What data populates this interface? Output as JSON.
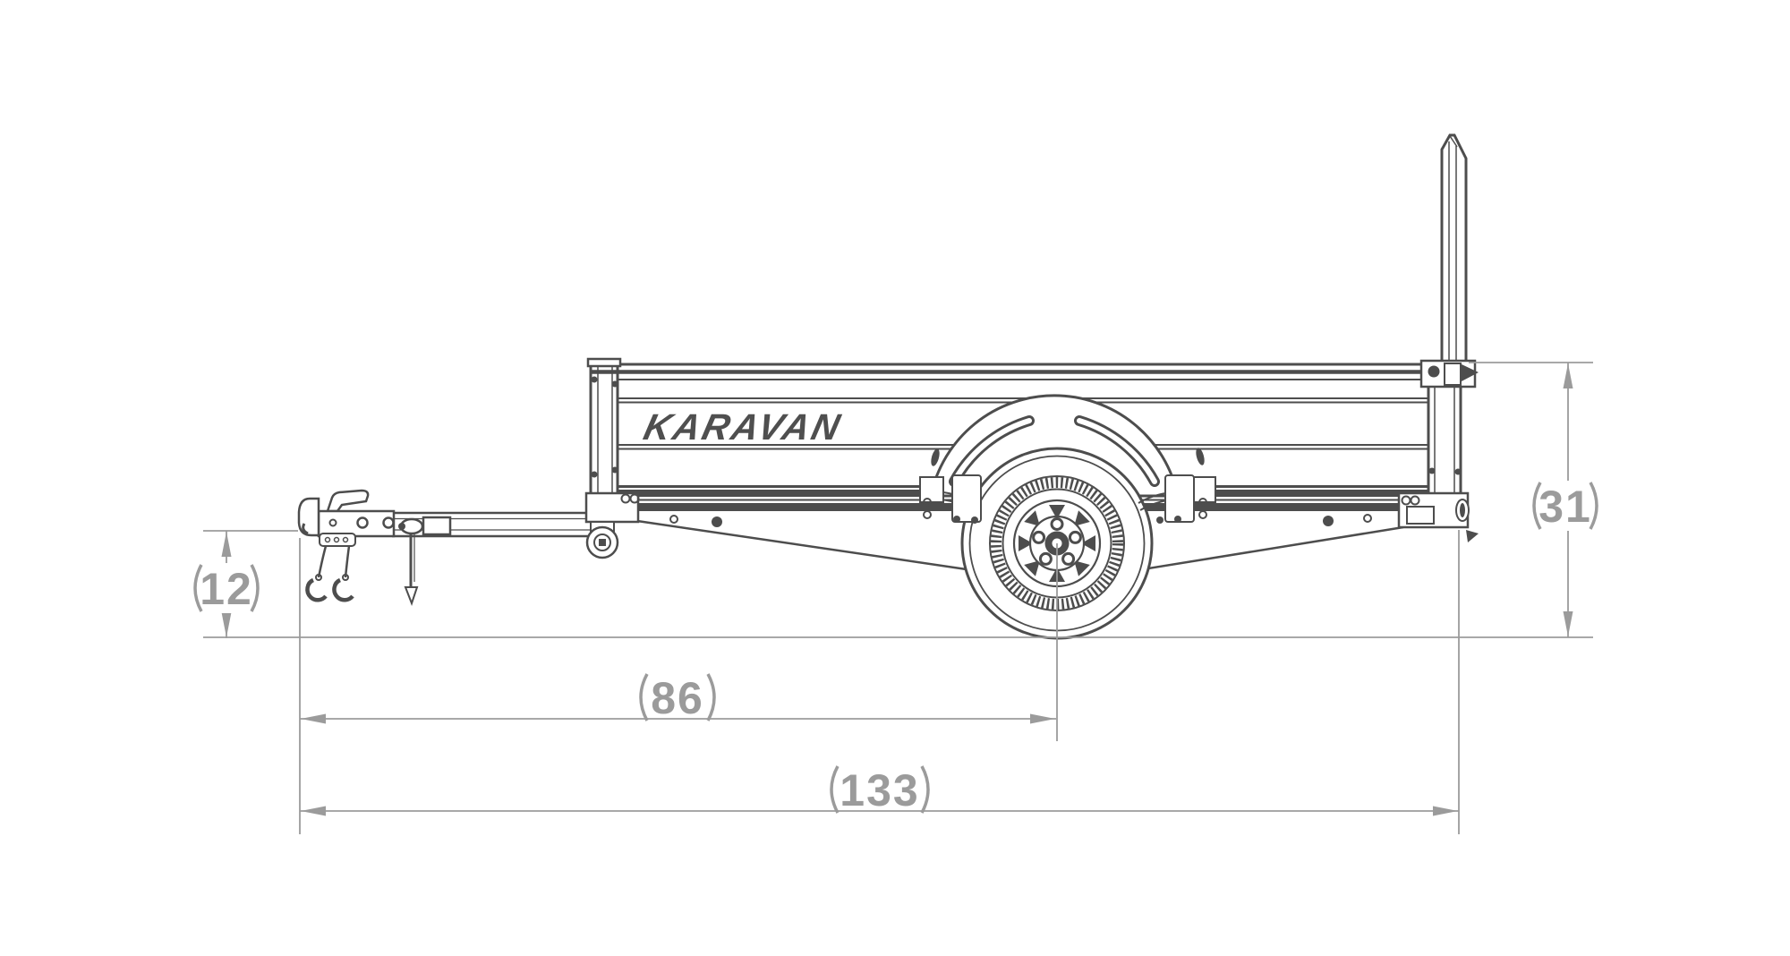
{
  "colors": {
    "background": "#ffffff",
    "drawing_line": "#4d4d4d",
    "logo": "#4f4f4f",
    "dimension": "#9b9b9b"
  },
  "trailer": {
    "brand_logo": "KARAVAN"
  },
  "dimensions": {
    "coupler_height": {
      "label": "(12)",
      "value": "12"
    },
    "coupler_to_axle": {
      "label": "(86)",
      "value": "86"
    },
    "overall_length": {
      "label": "(133)",
      "value": "133"
    },
    "bed_side_height": {
      "label": "(31)",
      "value": "31"
    }
  }
}
